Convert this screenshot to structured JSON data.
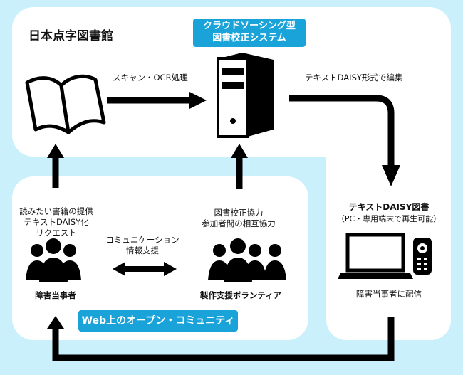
{
  "title": "日本点字図書館",
  "badge_top": {
    "line1": "クラウドソーシング型",
    "line2": "図書校正システム"
  },
  "badge_bottom": "Web上のオープン・コミュニティ",
  "labels": {
    "scan": "スキャン・OCR処理",
    "edit": "テキストDAISY形式で編集",
    "request": [
      "読みたい書籍の提供",
      "テキストDAISY化",
      "リクエスト"
    ],
    "proof": [
      "図書校正協力",
      "参加者間の相互協力"
    ],
    "communication": [
      "コミュニケーション",
      "情報支援"
    ],
    "users": "障害当事者",
    "volunteers": "製作支援ボランティア",
    "book_title": "テキストDAISY図書",
    "book_sub": "（PC・専用端末で再生可能）",
    "deliver": "障害当事者に配信"
  },
  "colors": {
    "background": "#c9f0fb",
    "panel": "#ffffff",
    "badge": "#1aa3d9",
    "ink": "#000000"
  },
  "icons": [
    "open-book-icon",
    "server-icon",
    "people-group-icon",
    "people-group-icon",
    "laptop-icon",
    "player-device-icon"
  ]
}
